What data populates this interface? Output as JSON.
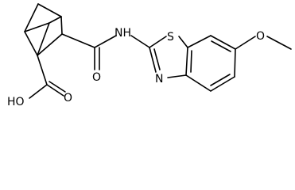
{
  "atoms": {
    "nh": "NH",
    "s": "S",
    "n": "N",
    "o_methoxy": "O",
    "o_amide": "O",
    "o_acid": "O",
    "oh": "HO"
  },
  "colors": {
    "bond": "#000000",
    "text": "#000000",
    "background": "#ffffff"
  }
}
